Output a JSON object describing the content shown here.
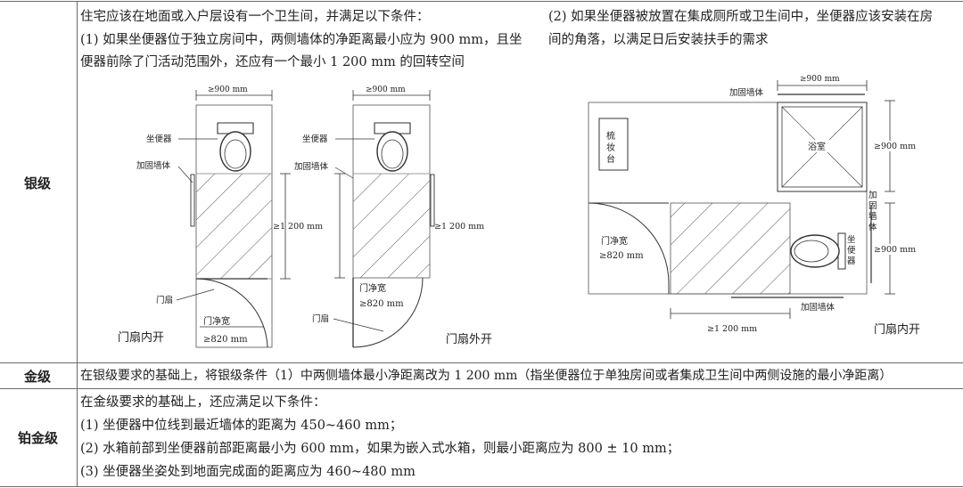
{
  "rows": {
    "silver": {
      "label": "银级",
      "intro": "住宅应该在地面或入户层设有一个卫生间，并满足以下条件：",
      "cond1_line1": "(1) 如果坐便器位于独立房间中，两侧墙体的净距离最小应为 900 mm，且坐",
      "cond1_line2": "便器前除了门活动范围外，还应有一个最小 1 200 mm 的回转空间",
      "cond2_line1": "(2) 如果坐便器被放置在集成厕所或卫生间中，坐便器应该安装在房",
      "cond2_line2": "间的角落，以满足日后安装扶手的需求"
    },
    "gold": {
      "label": "金级",
      "text": "在银级要求的基础上，将银级条件（1）中两侧墙体最小净距离改为 1 200 mm（指坐便器位于单独房间或者集成卫生间中两侧设施的最小净距离）"
    },
    "platinum": {
      "label": "铂金级",
      "intro": "在金级要求的基础上，还应满足以下条件：",
      "items": [
        "(1) 坐便器中位线到最近墙体的距离为 450~460 mm；",
        "(2) 水箱前部到坐便器前部距离最小为 600 mm，如果为嵌入式水箱，则最小距离应为 800 ± 10 mm；",
        "(3) 坐便器坐姿处到地面完成面的距离应为 460~480 mm"
      ]
    }
  },
  "diagram1": {
    "width_dim": "≥900 mm",
    "toilet": "坐便器",
    "wall": "加固墙体",
    "depth_dim": "≥1 200 mm",
    "door_leaf": "门扇",
    "door_width": "门净宽",
    "door_dim": "≥820 mm",
    "caption": "门扇内开"
  },
  "diagram2": {
    "width_dim": "≥900 mm",
    "toilet": "坐便器",
    "wall": "加固墙体",
    "depth_dim": "≥1 200 mm",
    "door_width": "门净宽",
    "door_dim": "≥820 mm",
    "door_leaf": "门扇",
    "caption": "门扇外开"
  },
  "diagram3": {
    "top_dim": "≥900 mm",
    "wall_top": "加固墙体",
    "vanity": [
      "梳",
      "妆",
      "台"
    ],
    "bath": "浴室",
    "right_dim_upper": "≥900 mm",
    "wall_right": [
      "加",
      "固",
      "墙",
      "体"
    ],
    "door_width": "门净宽",
    "door_dim": "≥820 mm",
    "toilet": [
      "坐",
      "便",
      "器"
    ],
    "right_dim_lower": "≥900 mm",
    "wall_bottom": "加固墙体",
    "bottom_dim": "≥1 200 mm",
    "caption": "门扇内开"
  }
}
